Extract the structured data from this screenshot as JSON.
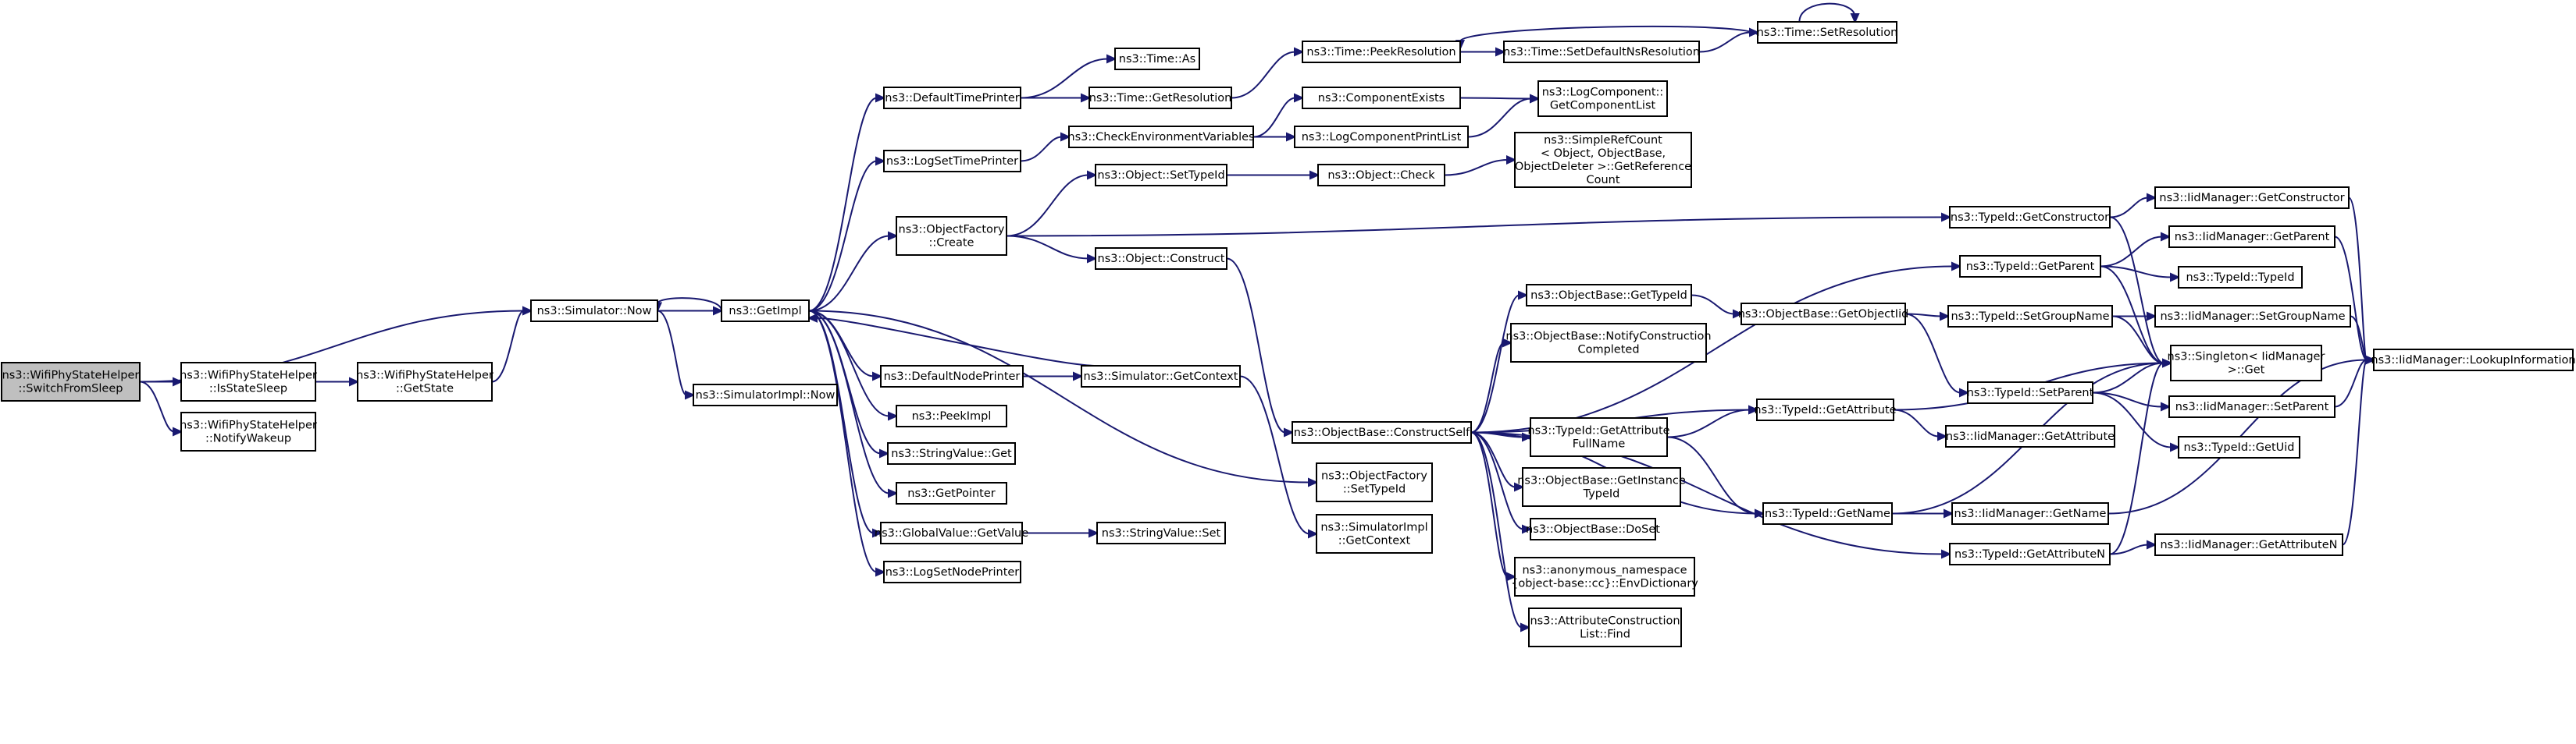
{
  "colors": {
    "edge": "#191970",
    "node_fill": "#ffffff",
    "root_fill": "#bfbfbf",
    "node_border": "#000000"
  },
  "nodes": [
    {
      "id": "n_switch",
      "lines": [
        "ns3::WifiPhyStateHelper",
        "::SwitchFromSleep"
      ],
      "root": true
    },
    {
      "id": "n_isstatesleep",
      "lines": [
        "ns3::WifiPhyStateHelper",
        "::IsStateSleep"
      ]
    },
    {
      "id": "n_getstate",
      "lines": [
        "ns3::WifiPhyStateHelper",
        "::GetState"
      ]
    },
    {
      "id": "n_notifywakeup",
      "lines": [
        "ns3::WifiPhyStateHelper",
        "::NotifyWakeup"
      ]
    },
    {
      "id": "n_sim_now",
      "lines": [
        "ns3::Simulator::Now"
      ]
    },
    {
      "id": "n_simimpl_now",
      "lines": [
        "ns3::SimulatorImpl::Now"
      ]
    },
    {
      "id": "n_getimpl",
      "lines": [
        "ns3::GetImpl"
      ]
    },
    {
      "id": "n_defaulttimeprinter",
      "lines": [
        "ns3::DefaultTimePrinter"
      ]
    },
    {
      "id": "n_logsettimeprinter",
      "lines": [
        "ns3::LogSetTimePrinter"
      ]
    },
    {
      "id": "n_objfactory_create",
      "lines": [
        "ns3::ObjectFactory",
        "::Create"
      ]
    },
    {
      "id": "n_defaultnodeprinter",
      "lines": [
        "ns3::DefaultNodePrinter"
      ]
    },
    {
      "id": "n_peekimpl",
      "lines": [
        "ns3::PeekImpl"
      ]
    },
    {
      "id": "n_stringvalue_get",
      "lines": [
        "ns3::StringValue::Get"
      ]
    },
    {
      "id": "n_getpointer",
      "lines": [
        "ns3::GetPointer"
      ]
    },
    {
      "id": "n_globalvalue_getvalue",
      "lines": [
        "ns3::GlobalValue::GetValue"
      ]
    },
    {
      "id": "n_logsetnodeprinter",
      "lines": [
        "ns3::LogSetNodePrinter"
      ]
    },
    {
      "id": "n_time_as",
      "lines": [
        "ns3::Time::As"
      ]
    },
    {
      "id": "n_time_getresolution",
      "lines": [
        "ns3::Time::GetResolution"
      ]
    },
    {
      "id": "n_checkenv",
      "lines": [
        "ns3::CheckEnvironmentVariables"
      ]
    },
    {
      "id": "n_object_settypeid",
      "lines": [
        "ns3::Object::SetTypeId"
      ]
    },
    {
      "id": "n_object_construct",
      "lines": [
        "ns3::Object::Construct"
      ]
    },
    {
      "id": "n_sim_getcontext",
      "lines": [
        "ns3::Simulator::GetContext"
      ]
    },
    {
      "id": "n_stringvalue_set",
      "lines": [
        "ns3::StringValue::Set"
      ]
    },
    {
      "id": "n_time_peekresolution",
      "lines": [
        "ns3::Time::PeekResolution"
      ]
    },
    {
      "id": "n_componentexists",
      "lines": [
        "ns3::ComponentExists"
      ]
    },
    {
      "id": "n_logcomponentprintlist",
      "lines": [
        "ns3::LogComponentPrintList"
      ]
    },
    {
      "id": "n_object_check",
      "lines": [
        "ns3::Object::Check"
      ]
    },
    {
      "id": "n_objbase_constructself",
      "lines": [
        "ns3::ObjectBase::ConstructSelf"
      ]
    },
    {
      "id": "n_objfactory_settypeid",
      "lines": [
        "ns3::ObjectFactory",
        "::SetTypeId"
      ]
    },
    {
      "id": "n_simimpl_getcontext",
      "lines": [
        "ns3::SimulatorImpl",
        "::GetContext"
      ]
    },
    {
      "id": "n_time_setdefaultns",
      "lines": [
        "ns3::Time::SetDefaultNsResolution"
      ]
    },
    {
      "id": "n_time_setresolution",
      "lines": [
        "ns3::Time::SetResolution"
      ]
    },
    {
      "id": "n_logcomponent_getlist",
      "lines": [
        "ns3::LogComponent::",
        "GetComponentList"
      ]
    },
    {
      "id": "n_simplerefcount",
      "lines": [
        "ns3::SimpleRefCount",
        "< Object, ObjectBase,",
        "ObjectDeleter >::GetReference",
        "Count"
      ]
    },
    {
      "id": "n_objbase_gettypeid",
      "lines": [
        "ns3::ObjectBase::GetTypeId"
      ]
    },
    {
      "id": "n_objbase_notifyconstruction",
      "lines": [
        "ns3::ObjectBase::NotifyConstruction",
        "Completed"
      ]
    },
    {
      "id": "n_typeid_getattrfullname",
      "lines": [
        "ns3::TypeId::GetAttribute",
        "FullName"
      ]
    },
    {
      "id": "n_objbase_getinstancetypeid",
      "lines": [
        "ns3::ObjectBase::GetInstance",
        "TypeId"
      ]
    },
    {
      "id": "n_objbase_doset",
      "lines": [
        "ns3::ObjectBase::DoSet"
      ]
    },
    {
      "id": "n_anon_envdict",
      "lines": [
        "ns3::anonymous_namespace",
        "{object-base::cc}::EnvDictionary"
      ]
    },
    {
      "id": "n_attrconstruction_find",
      "lines": [
        "ns3::AttributeConstruction",
        "List::Find"
      ]
    },
    {
      "id": "n_objbase_getobjectiid",
      "lines": [
        "ns3::ObjectBase::GetObjectIid"
      ]
    },
    {
      "id": "n_typeid_getattribute",
      "lines": [
        "ns3::TypeId::GetAttribute"
      ]
    },
    {
      "id": "n_typeid_getname",
      "lines": [
        "ns3::TypeId::GetName"
      ]
    },
    {
      "id": "n_typeid_getconstructor",
      "lines": [
        "ns3::TypeId::GetConstructor"
      ]
    },
    {
      "id": "n_typeid_getparent",
      "lines": [
        "ns3::TypeId::GetParent"
      ]
    },
    {
      "id": "n_typeid_setgroupname",
      "lines": [
        "ns3::TypeId::SetGroupName"
      ]
    },
    {
      "id": "n_typeid_setparent",
      "lines": [
        "ns3::TypeId::SetParent"
      ]
    },
    {
      "id": "n_iidmgr_getattribute",
      "lines": [
        "ns3::IidManager::GetAttribute"
      ]
    },
    {
      "id": "n_iidmgr_getname",
      "lines": [
        "ns3::IidManager::GetName"
      ]
    },
    {
      "id": "n_typeid_getattributen",
      "lines": [
        "ns3::TypeId::GetAttributeN"
      ]
    },
    {
      "id": "n_iidmgr_getconstructor",
      "lines": [
        "ns3::IidManager::GetConstructor"
      ]
    },
    {
      "id": "n_iidmgr_getparent",
      "lines": [
        "ns3::IidManager::GetParent"
      ]
    },
    {
      "id": "n_typeid_typeid",
      "lines": [
        "ns3::TypeId::TypeId"
      ]
    },
    {
      "id": "n_iidmgr_setgroupname",
      "lines": [
        "ns3::IidManager::SetGroupName"
      ]
    },
    {
      "id": "n_singleton_get",
      "lines": [
        "ns3::Singleton< IidManager",
        ">::Get"
      ]
    },
    {
      "id": "n_iidmgr_setparent",
      "lines": [
        "ns3::IidManager::SetParent"
      ]
    },
    {
      "id": "n_typeid_getuid",
      "lines": [
        "ns3::TypeId::GetUid"
      ]
    },
    {
      "id": "n_iidmgr_getattributen",
      "lines": [
        "ns3::IidManager::GetAttributeN"
      ]
    },
    {
      "id": "n_iidmgr_lookupinfo",
      "lines": [
        "ns3::IidManager::LookupInformation"
      ]
    }
  ],
  "edges": [
    [
      "n_switch",
      "n_isstatesleep"
    ],
    [
      "n_switch",
      "n_notifywakeup"
    ],
    [
      "n_switch",
      "n_sim_now"
    ],
    [
      "n_isstatesleep",
      "n_getstate"
    ],
    [
      "n_getstate",
      "n_sim_now"
    ],
    [
      "n_sim_now",
      "n_getimpl"
    ],
    [
      "n_sim_now",
      "n_simimpl_now"
    ],
    [
      "n_getimpl",
      "n_sim_now"
    ],
    [
      "n_getimpl",
      "n_defaulttimeprinter"
    ],
    [
      "n_getimpl",
      "n_logsettimeprinter"
    ],
    [
      "n_getimpl",
      "n_objfactory_create"
    ],
    [
      "n_getimpl",
      "n_objfactory_settypeid"
    ],
    [
      "n_getimpl",
      "n_defaultnodeprinter"
    ],
    [
      "n_getimpl",
      "n_peekimpl"
    ],
    [
      "n_getimpl",
      "n_stringvalue_get"
    ],
    [
      "n_getimpl",
      "n_getpointer"
    ],
    [
      "n_getimpl",
      "n_globalvalue_getvalue"
    ],
    [
      "n_getimpl",
      "n_logsetnodeprinter"
    ],
    [
      "n_defaulttimeprinter",
      "n_time_as"
    ],
    [
      "n_defaulttimeprinter",
      "n_time_getresolution"
    ],
    [
      "n_time_getresolution",
      "n_time_peekresolution"
    ],
    [
      "n_logsettimeprinter",
      "n_checkenv"
    ],
    [
      "n_checkenv",
      "n_componentexists"
    ],
    [
      "n_checkenv",
      "n_logcomponentprintlist"
    ],
    [
      "n_componentexists",
      "n_logcomponent_getlist"
    ],
    [
      "n_logcomponentprintlist",
      "n_logcomponent_getlist"
    ],
    [
      "n_objfactory_create",
      "n_object_settypeid"
    ],
    [
      "n_objfactory_create",
      "n_object_construct"
    ],
    [
      "n_objfactory_create",
      "n_typeid_getconstructor"
    ],
    [
      "n_object_settypeid",
      "n_object_check"
    ],
    [
      "n_object_check",
      "n_simplerefcount"
    ],
    [
      "n_object_construct",
      "n_objbase_constructself"
    ],
    [
      "n_defaultnodeprinter",
      "n_sim_getcontext"
    ],
    [
      "n_sim_getcontext",
      "n_getimpl"
    ],
    [
      "n_sim_getcontext",
      "n_simimpl_getcontext"
    ],
    [
      "n_globalvalue_getvalue",
      "n_stringvalue_set"
    ],
    [
      "n_time_peekresolution",
      "n_time_setdefaultns"
    ],
    [
      "n_time_setdefaultns",
      "n_time_setresolution"
    ],
    [
      "n_time_setresolution",
      "n_time_peekresolution"
    ],
    [
      "n_time_setresolution",
      "n_time_setresolution"
    ],
    [
      "n_objbase_constructself",
      "n_objbase_gettypeid"
    ],
    [
      "n_objbase_constructself",
      "n_objbase_notifyconstruction"
    ],
    [
      "n_objbase_constructself",
      "n_typeid_getattrfullname"
    ],
    [
      "n_objbase_constructself",
      "n_objbase_getinstancetypeid"
    ],
    [
      "n_objbase_constructself",
      "n_objbase_doset"
    ],
    [
      "n_objbase_constructself",
      "n_anon_envdict"
    ],
    [
      "n_objbase_constructself",
      "n_attrconstruction_find"
    ],
    [
      "n_objbase_constructself",
      "n_typeid_getattribute"
    ],
    [
      "n_objbase_constructself",
      "n_typeid_getname"
    ],
    [
      "n_objbase_constructself",
      "n_typeid_getparent"
    ],
    [
      "n_objbase_constructself",
      "n_typeid_getattributen"
    ],
    [
      "n_objbase_gettypeid",
      "n_objbase_getobjectiid"
    ],
    [
      "n_objbase_getobjectiid",
      "n_typeid_setgroupname"
    ],
    [
      "n_objbase_getobjectiid",
      "n_typeid_setparent"
    ],
    [
      "n_typeid_getattrfullname",
      "n_typeid_getattribute"
    ],
    [
      "n_typeid_getattrfullname",
      "n_typeid_getname"
    ],
    [
      "n_typeid_getattribute",
      "n_iidmgr_getattribute"
    ],
    [
      "n_typeid_getattribute",
      "n_singleton_get"
    ],
    [
      "n_typeid_getname",
      "n_iidmgr_getname"
    ],
    [
      "n_typeid_getname",
      "n_singleton_get"
    ],
    [
      "n_typeid_getconstructor",
      "n_iidmgr_getconstructor"
    ],
    [
      "n_typeid_getconstructor",
      "n_singleton_get"
    ],
    [
      "n_typeid_getparent",
      "n_iidmgr_getparent"
    ],
    [
      "n_typeid_getparent",
      "n_typeid_typeid"
    ],
    [
      "n_typeid_getparent",
      "n_singleton_get"
    ],
    [
      "n_typeid_setgroupname",
      "n_iidmgr_setgroupname"
    ],
    [
      "n_typeid_setgroupname",
      "n_singleton_get"
    ],
    [
      "n_typeid_setparent",
      "n_iidmgr_setparent"
    ],
    [
      "n_typeid_setparent",
      "n_typeid_getuid"
    ],
    [
      "n_typeid_setparent",
      "n_singleton_get"
    ],
    [
      "n_typeid_getattributen",
      "n_iidmgr_getattributen"
    ],
    [
      "n_typeid_getattributen",
      "n_singleton_get"
    ],
    [
      "n_iidmgr_getname",
      "n_iidmgr_lookupinfo"
    ],
    [
      "n_iidmgr_getconstructor",
      "n_iidmgr_lookupinfo"
    ],
    [
      "n_iidmgr_getparent",
      "n_iidmgr_lookupinfo"
    ],
    [
      "n_iidmgr_setgroupname",
      "n_iidmgr_lookupinfo"
    ],
    [
      "n_iidmgr_setparent",
      "n_iidmgr_lookupinfo"
    ],
    [
      "n_iidmgr_getattributen",
      "n_iidmgr_lookupinfo"
    ]
  ]
}
